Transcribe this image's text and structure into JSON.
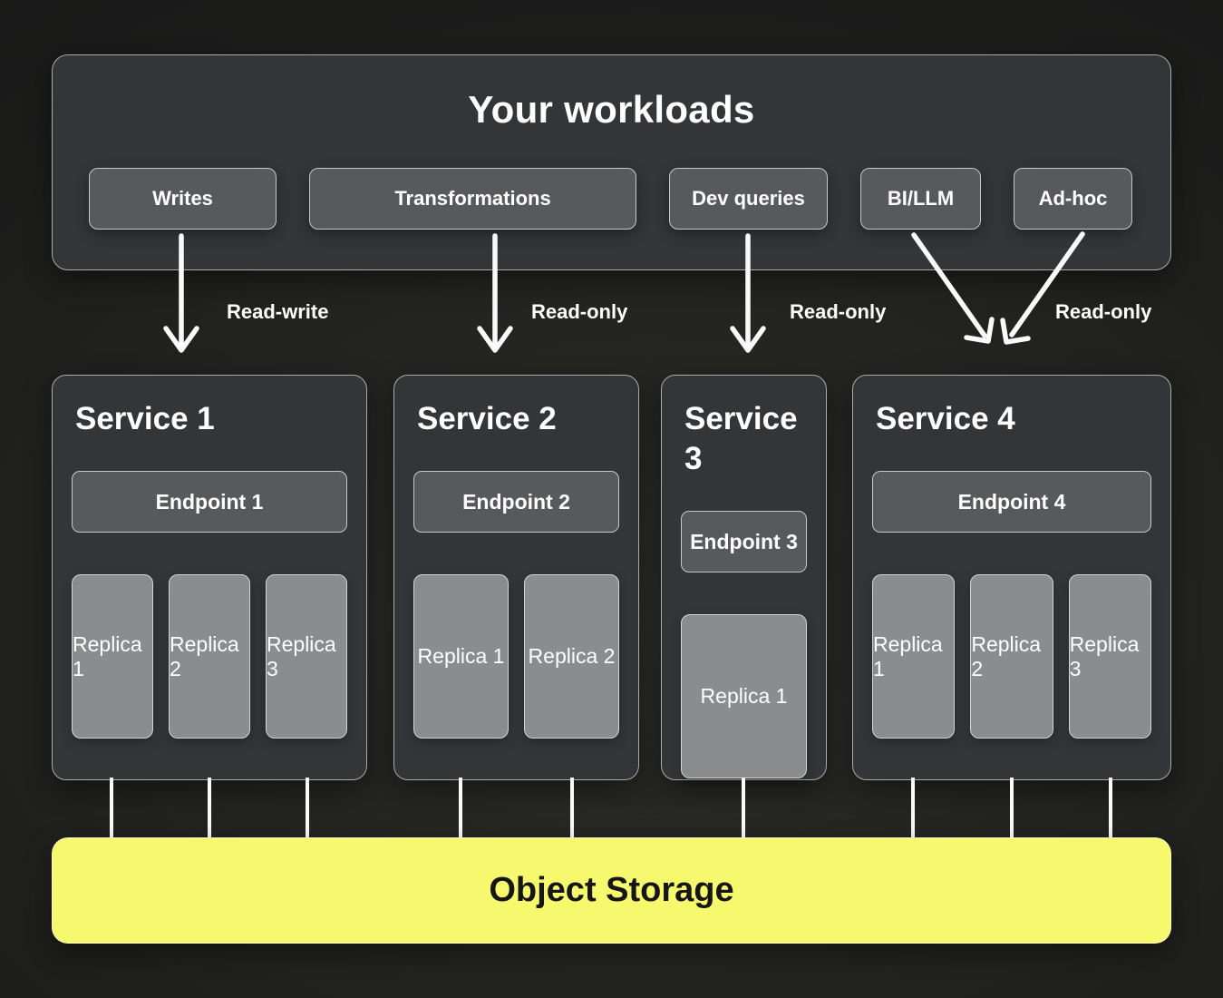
{
  "workloads": {
    "title": "Your workloads",
    "chips": [
      {
        "label": "Writes"
      },
      {
        "label": "Transformations"
      },
      {
        "label": "Dev queries"
      },
      {
        "label": "BI/LLM"
      },
      {
        "label": "Ad-hoc"
      }
    ]
  },
  "flows": [
    {
      "label": "Read-write",
      "from": "Writes",
      "to": "Service 1"
    },
    {
      "label": "Read-only",
      "from": "Transformations",
      "to": "Service 2"
    },
    {
      "label": "Read-only",
      "from": "Dev queries",
      "to": "Service 3"
    },
    {
      "label": "Read-only",
      "from": "BI/LLM, Ad-hoc",
      "to": "Service 4"
    }
  ],
  "services": [
    {
      "title": "Service 1",
      "endpoint": "Endpoint 1",
      "replicas": [
        "Replica 1",
        "Replica 2",
        "Replica 3"
      ]
    },
    {
      "title": "Service 2",
      "endpoint": "Endpoint 2",
      "replicas": [
        "Replica 1",
        "Replica 2"
      ]
    },
    {
      "title": "Service 3",
      "endpoint": "Endpoint 3",
      "replicas": [
        "Replica 1"
      ]
    },
    {
      "title": "Service 4",
      "endpoint": "Endpoint 4",
      "replicas": [
        "Replica 1",
        "Replica 2",
        "Replica 3"
      ]
    }
  ],
  "storage": {
    "label": "Object Storage"
  },
  "colors": {
    "accent_yellow": "#f6f96d",
    "panel_dark": "#343537",
    "node_gray": "#58595b",
    "replica_gray": "#8b8c8d",
    "line_white": "#fafafa",
    "text_light": "#ffffff",
    "text_dark": "#161616"
  }
}
